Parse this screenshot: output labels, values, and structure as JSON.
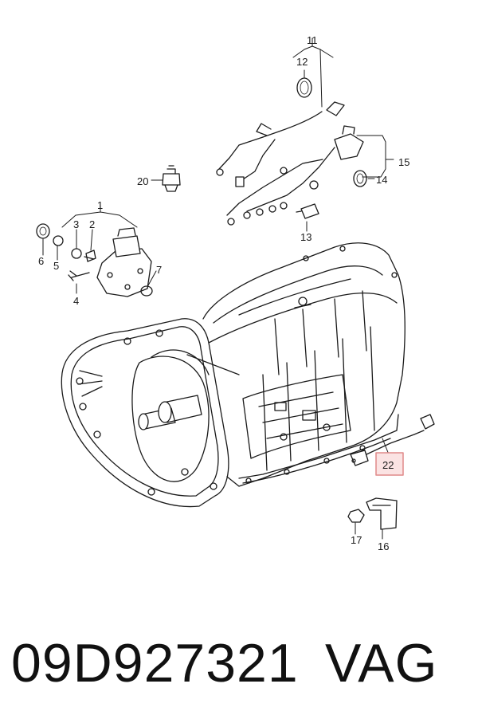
{
  "callouts": {
    "c1": "1",
    "c2": "2",
    "c3": "3",
    "c4": "4",
    "c5": "5",
    "c6": "6",
    "c7": "7",
    "c11": "11",
    "c12": "12",
    "c13": "13",
    "c14": "14",
    "c15": "15",
    "c16": "16",
    "c17": "17",
    "c20": "20",
    "c22": "22"
  },
  "highlight": {
    "label": "22",
    "border_color": "#e08a8a",
    "fill_color": "#fbe3e3"
  },
  "footer": {
    "part_number": "09D927321",
    "brand": "VAG"
  }
}
